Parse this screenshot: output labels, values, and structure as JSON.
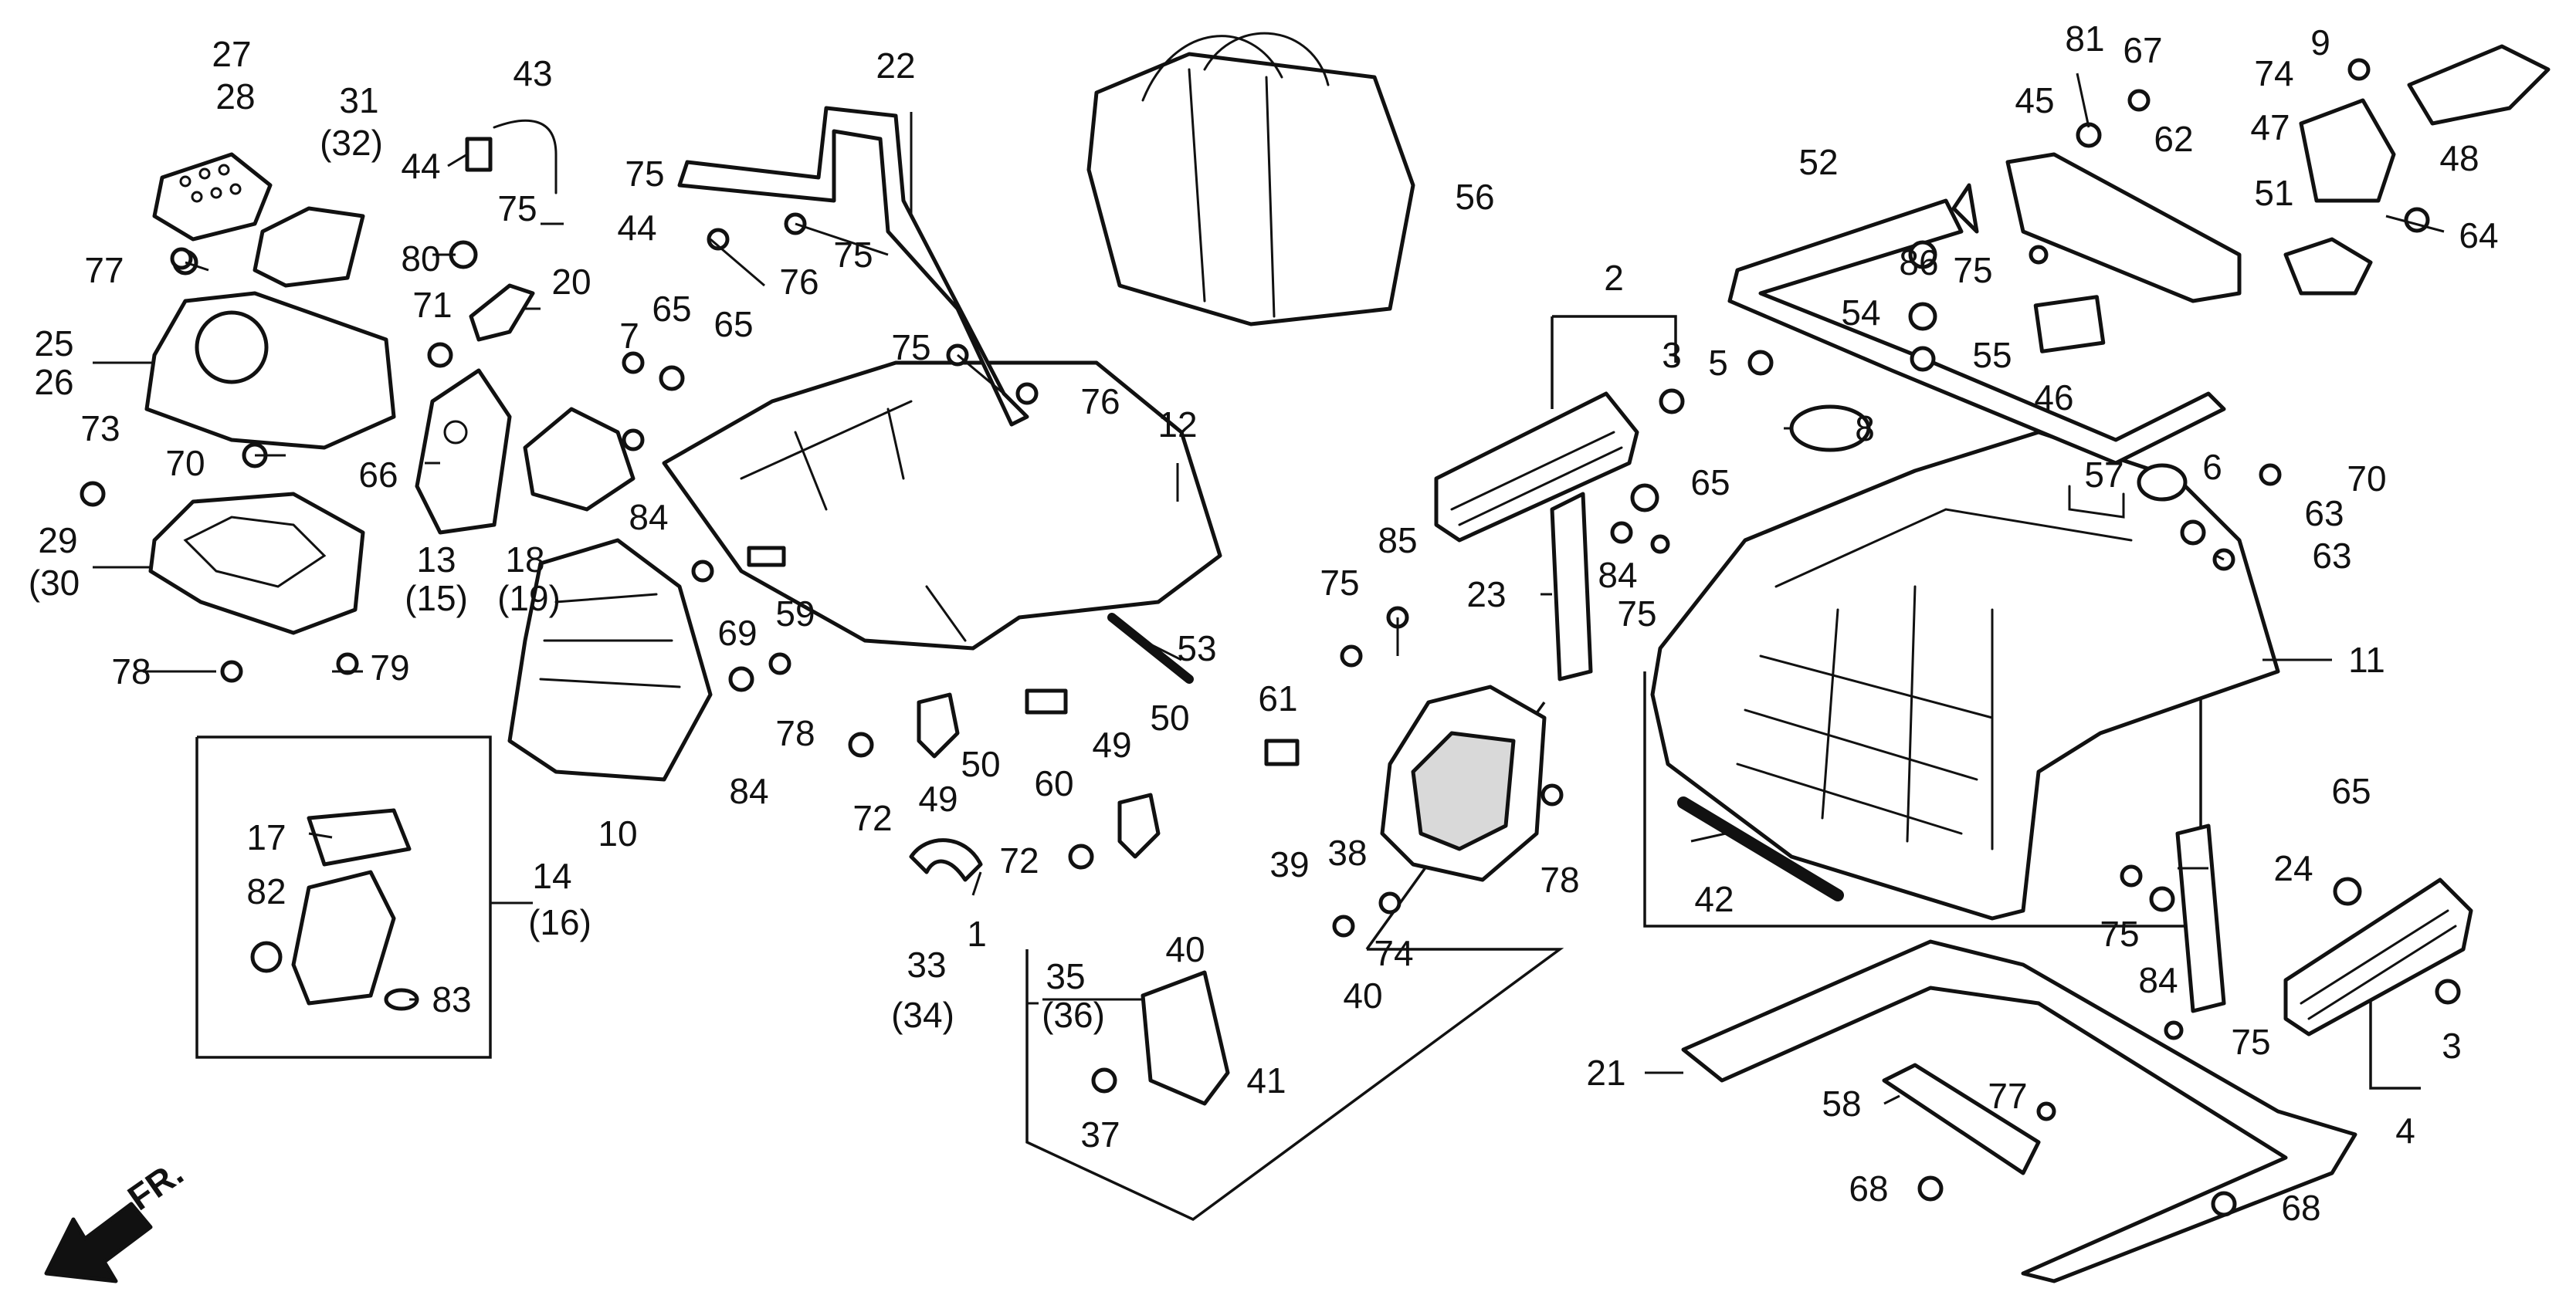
{
  "callouts": [
    {
      "id": "c1",
      "text": "1"
    },
    {
      "id": "c2",
      "text": "2"
    },
    {
      "id": "c3a",
      "text": "3"
    },
    {
      "id": "c3b",
      "text": "3"
    },
    {
      "id": "c4",
      "text": "4"
    },
    {
      "id": "c5",
      "text": "5"
    },
    {
      "id": "c6",
      "text": "6"
    },
    {
      "id": "c7",
      "text": "7"
    },
    {
      "id": "c8",
      "text": "8"
    },
    {
      "id": "c9",
      "text": "9"
    },
    {
      "id": "c10",
      "text": "10"
    },
    {
      "id": "c11",
      "text": "11"
    },
    {
      "id": "c12",
      "text": "12"
    },
    {
      "id": "c13",
      "text": "13"
    },
    {
      "id": "c15",
      "text": "(15)"
    },
    {
      "id": "c14",
      "text": "14"
    },
    {
      "id": "c16",
      "text": "(16)"
    },
    {
      "id": "c17",
      "text": "17"
    },
    {
      "id": "c18",
      "text": "18"
    },
    {
      "id": "c19",
      "text": "(19)"
    },
    {
      "id": "c20",
      "text": "20"
    },
    {
      "id": "c21",
      "text": "21"
    },
    {
      "id": "c22",
      "text": "22"
    },
    {
      "id": "c23",
      "text": "23"
    },
    {
      "id": "c24",
      "text": "24"
    },
    {
      "id": "c25",
      "text": "25"
    },
    {
      "id": "c26",
      "text": "26"
    },
    {
      "id": "c27",
      "text": "27"
    },
    {
      "id": "c28",
      "text": "28"
    },
    {
      "id": "c29",
      "text": "29"
    },
    {
      "id": "c30",
      "text": "(30"
    },
    {
      "id": "c31",
      "text": "31"
    },
    {
      "id": "c32",
      "text": "(32)"
    },
    {
      "id": "c33",
      "text": "33"
    },
    {
      "id": "c34",
      "text": "(34)"
    },
    {
      "id": "c35",
      "text": "35"
    },
    {
      "id": "c36",
      "text": "(36)"
    },
    {
      "id": "c37",
      "text": "37"
    },
    {
      "id": "c38",
      "text": "38"
    },
    {
      "id": "c39",
      "text": "39"
    },
    {
      "id": "c40a",
      "text": "40"
    },
    {
      "id": "c40b",
      "text": "40"
    },
    {
      "id": "c41",
      "text": "41"
    },
    {
      "id": "c42",
      "text": "42"
    },
    {
      "id": "c43",
      "text": "43"
    },
    {
      "id": "c44a",
      "text": "44"
    },
    {
      "id": "c44b",
      "text": "44"
    },
    {
      "id": "c45",
      "text": "45"
    },
    {
      "id": "c46",
      "text": "46"
    },
    {
      "id": "c47",
      "text": "47"
    },
    {
      "id": "c48",
      "text": "48"
    },
    {
      "id": "c49a",
      "text": "49"
    },
    {
      "id": "c49b",
      "text": "49"
    },
    {
      "id": "c50a",
      "text": "50"
    },
    {
      "id": "c50b",
      "text": "50"
    },
    {
      "id": "c51",
      "text": "51"
    },
    {
      "id": "c52",
      "text": "52"
    },
    {
      "id": "c53",
      "text": "53"
    },
    {
      "id": "c54",
      "text": "54"
    },
    {
      "id": "c55",
      "text": "55"
    },
    {
      "id": "c56",
      "text": "56"
    },
    {
      "id": "c57",
      "text": "57"
    },
    {
      "id": "c58",
      "text": "58"
    },
    {
      "id": "c59",
      "text": "59"
    },
    {
      "id": "c60",
      "text": "60"
    },
    {
      "id": "c61",
      "text": "61"
    },
    {
      "id": "c62",
      "text": "62"
    },
    {
      "id": "c63a",
      "text": "63"
    },
    {
      "id": "c63b",
      "text": "63"
    },
    {
      "id": "c64",
      "text": "64"
    },
    {
      "id": "c65a",
      "text": "65"
    },
    {
      "id": "c65b",
      "text": "65"
    },
    {
      "id": "c65c",
      "text": "65"
    },
    {
      "id": "c65d",
      "text": "65"
    },
    {
      "id": "c66",
      "text": "66"
    },
    {
      "id": "c67",
      "text": "67"
    },
    {
      "id": "c68a",
      "text": "68"
    },
    {
      "id": "c68b",
      "text": "68"
    },
    {
      "id": "c69",
      "text": "69"
    },
    {
      "id": "c70a",
      "text": "70"
    },
    {
      "id": "c70b",
      "text": "70"
    },
    {
      "id": "c71",
      "text": "71"
    },
    {
      "id": "c72a",
      "text": "72"
    },
    {
      "id": "c72b",
      "text": "72"
    },
    {
      "id": "c73",
      "text": "73"
    },
    {
      "id": "c74a",
      "text": "74"
    },
    {
      "id": "c74b",
      "text": "74"
    },
    {
      "id": "c75a",
      "text": "75"
    },
    {
      "id": "c75b",
      "text": "75"
    },
    {
      "id": "c75c",
      "text": "75"
    },
    {
      "id": "c75d",
      "text": "75"
    },
    {
      "id": "c75e",
      "text": "75"
    },
    {
      "id": "c75f",
      "text": "75"
    },
    {
      "id": "c75g",
      "text": "75"
    },
    {
      "id": "c75h",
      "text": "75"
    },
    {
      "id": "c75i",
      "text": "75"
    },
    {
      "id": "c76a",
      "text": "76"
    },
    {
      "id": "c76b",
      "text": "76"
    },
    {
      "id": "c77a",
      "text": "77"
    },
    {
      "id": "c77b",
      "text": "77"
    },
    {
      "id": "c78a",
      "text": "78"
    },
    {
      "id": "c78b",
      "text": "78"
    },
    {
      "id": "c78c",
      "text": "78"
    },
    {
      "id": "c79",
      "text": "79"
    },
    {
      "id": "c80",
      "text": "80"
    },
    {
      "id": "c81",
      "text": "81"
    },
    {
      "id": "c82",
      "text": "82"
    },
    {
      "id": "c83",
      "text": "83"
    },
    {
      "id": "c84a",
      "text": "84"
    },
    {
      "id": "c84b",
      "text": "84"
    },
    {
      "id": "c84c",
      "text": "84"
    },
    {
      "id": "c84d",
      "text": "84"
    },
    {
      "id": "c85",
      "text": "85"
    },
    {
      "id": "c86",
      "text": "86"
    }
  ],
  "direction_marker": {
    "text": "FR."
  }
}
